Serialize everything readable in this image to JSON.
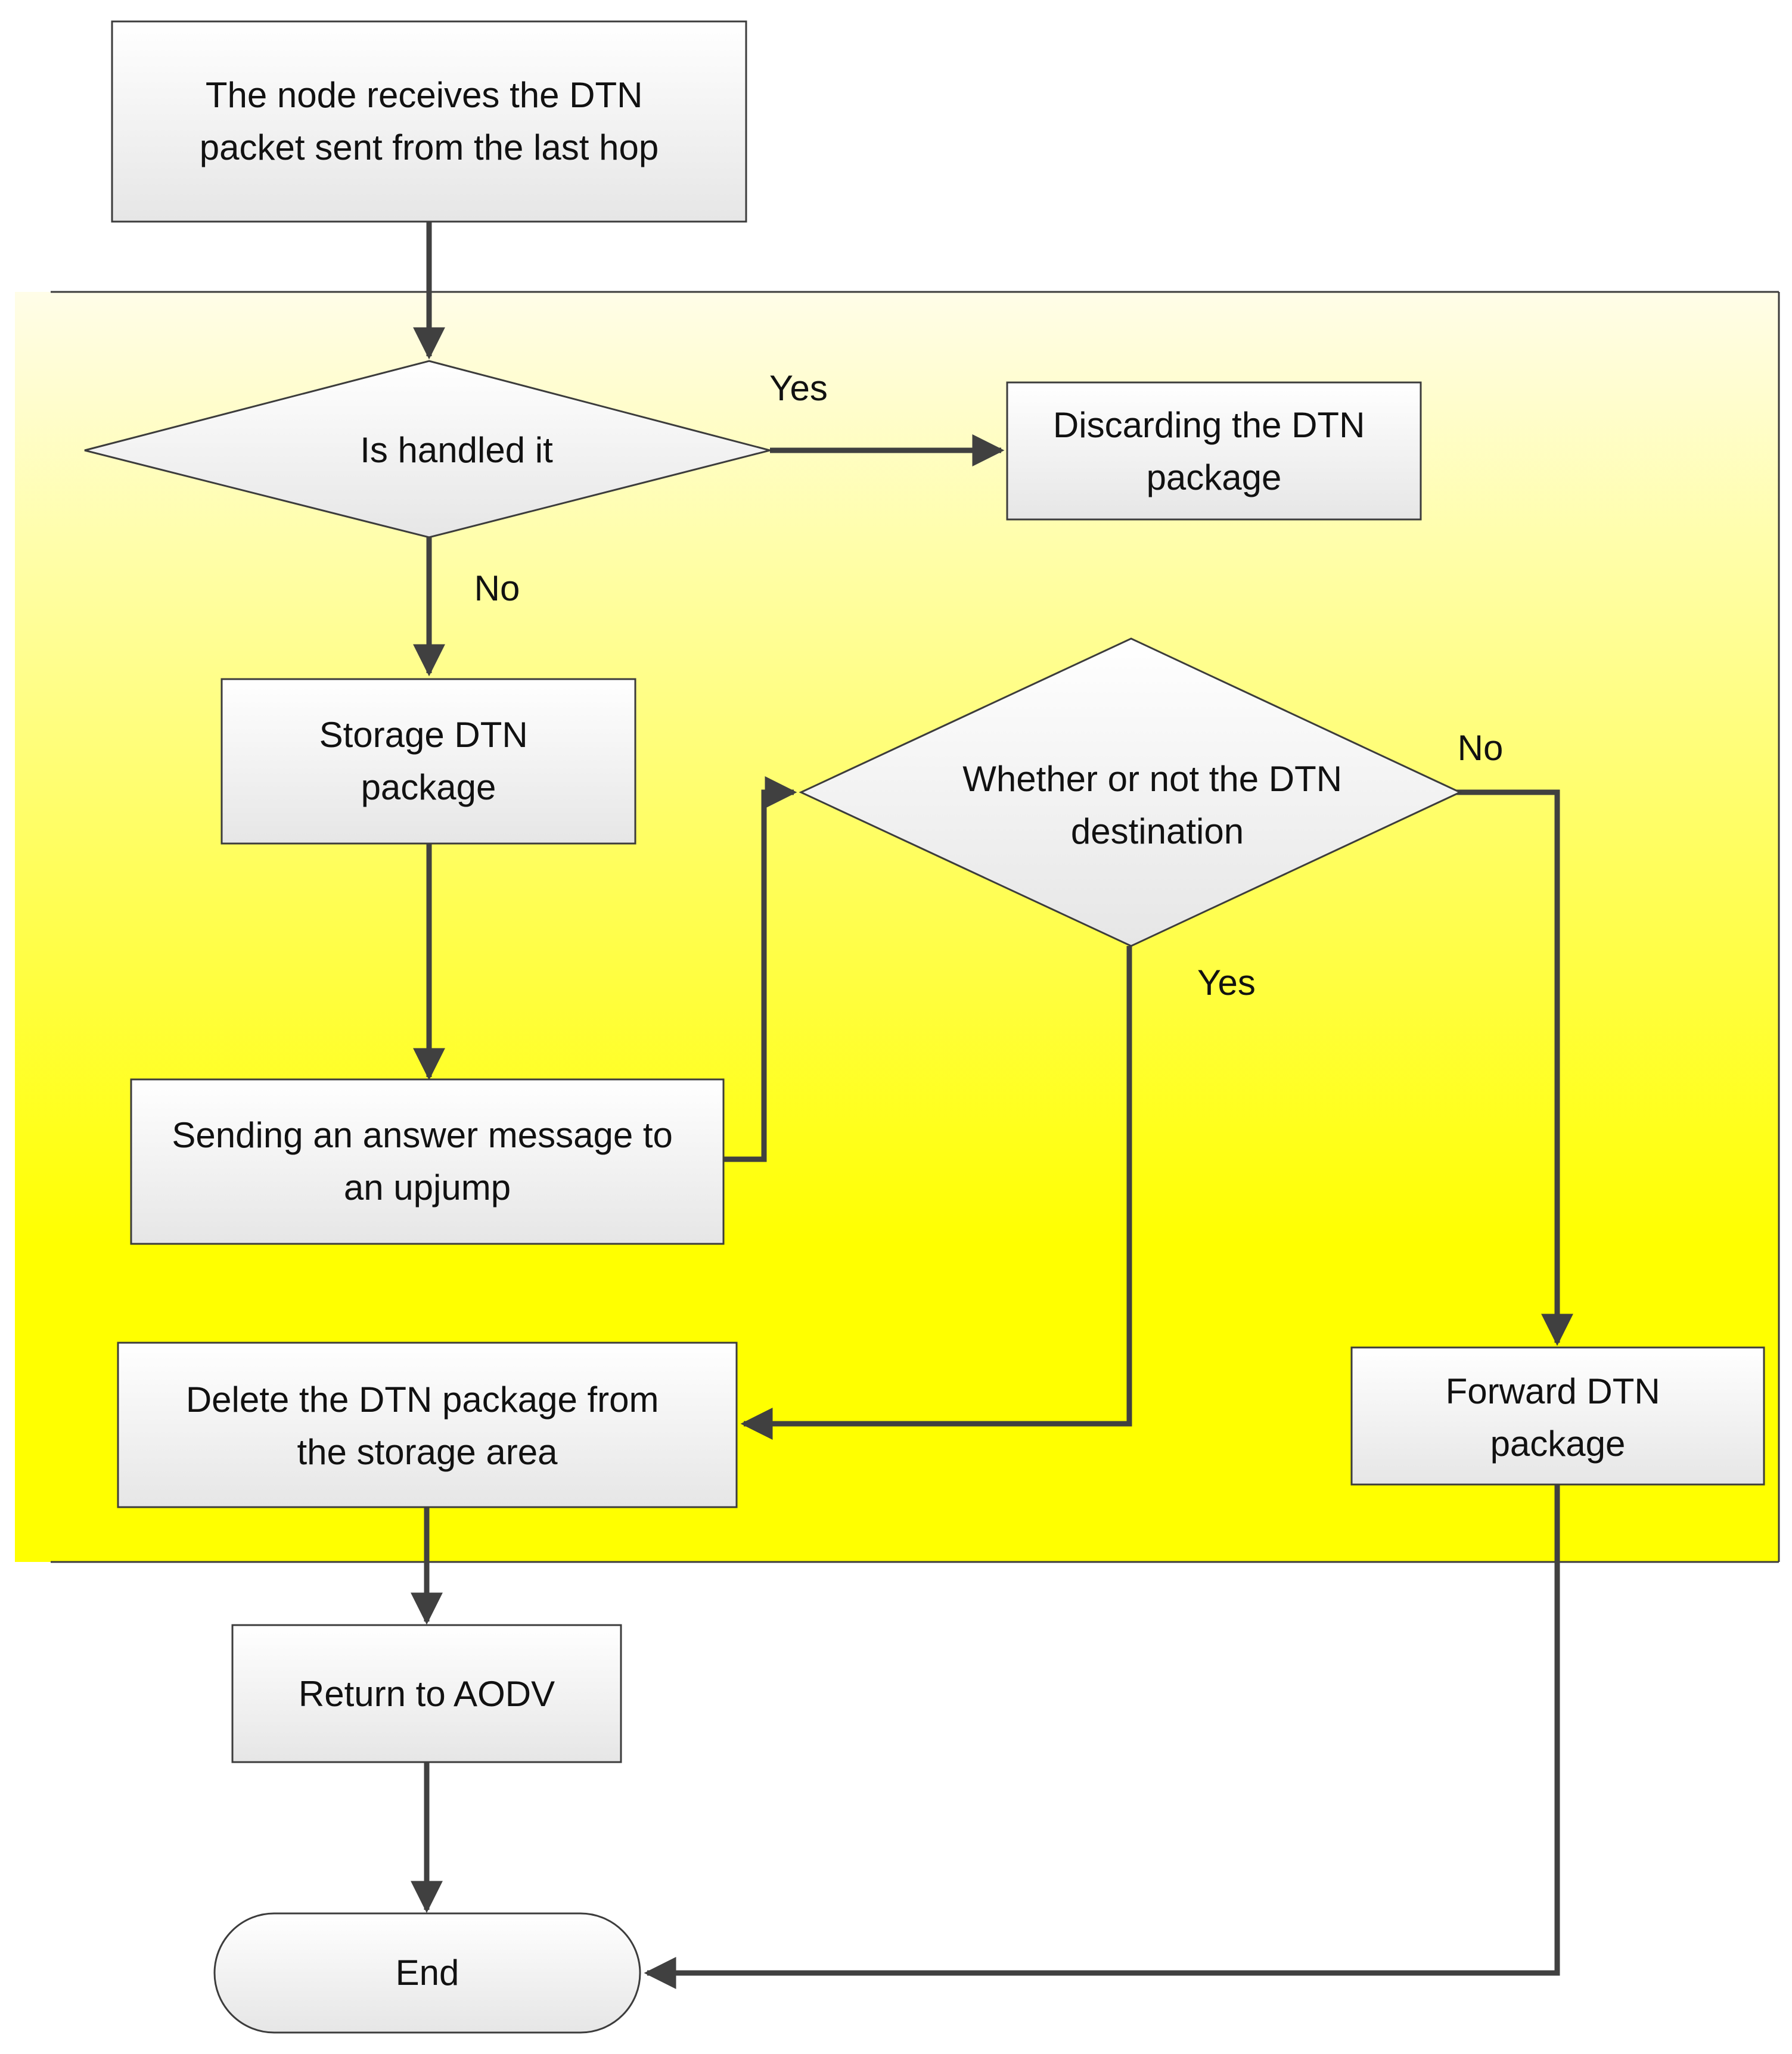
{
  "diagram": {
    "nodes": {
      "receive": [
        "The node receives the DTN",
        "packet sent from the last hop"
      ],
      "handled": [
        "Is handled it"
      ],
      "discard": [
        "Discarding the DTN",
        "package"
      ],
      "storage": [
        "Storage DTN",
        "package"
      ],
      "answer": [
        "Sending an answer message to",
        "an upjump"
      ],
      "destination": [
        "Whether or not the DTN",
        "destination"
      ],
      "delete": [
        "Delete the DTN package from",
        "the storage area"
      ],
      "forward": [
        "Forward DTN",
        "package"
      ],
      "return": [
        "Return to AODV"
      ],
      "end": [
        "End"
      ]
    },
    "edge_labels": {
      "handled_yes": "Yes",
      "handled_no": "No",
      "destination_no": "No",
      "destination_yes": "Yes"
    }
  },
  "colors": {
    "region_top": "#fffde8",
    "region_bottom": "#ffff00",
    "box_top": "#ffffff",
    "box_bottom": "#e6e6e6",
    "stroke": "#3c3c3c",
    "connector": "#404040"
  }
}
